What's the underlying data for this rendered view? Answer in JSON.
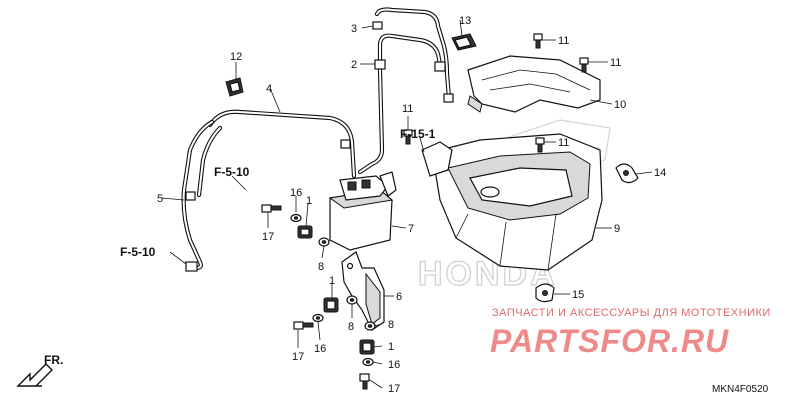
{
  "diagram": {
    "callouts": [
      "1",
      "1",
      "1",
      "2",
      "3",
      "4",
      "5",
      "6",
      "7",
      "8",
      "8",
      "8",
      "9",
      "10",
      "11",
      "11",
      "11",
      "11",
      "12",
      "13",
      "14",
      "15",
      "16",
      "16",
      "16",
      "17",
      "17",
      "17"
    ],
    "references": [
      "F-15-1",
      "F-5-10",
      "F-5-10"
    ],
    "direction": "FR.",
    "part_code": "MKN4F0520"
  },
  "watermark": {
    "caption": "ЗАПЧАСТИ И АКСЕССУАРЫ ДЛЯ МОТОТЕХНИКИ",
    "brand": "PARTSFOR.RU",
    "honda_mark": "HONDA"
  },
  "colors": {
    "line": "#111111",
    "watermark": "#e06a6a",
    "honda_wing": "#cfcfcf"
  }
}
